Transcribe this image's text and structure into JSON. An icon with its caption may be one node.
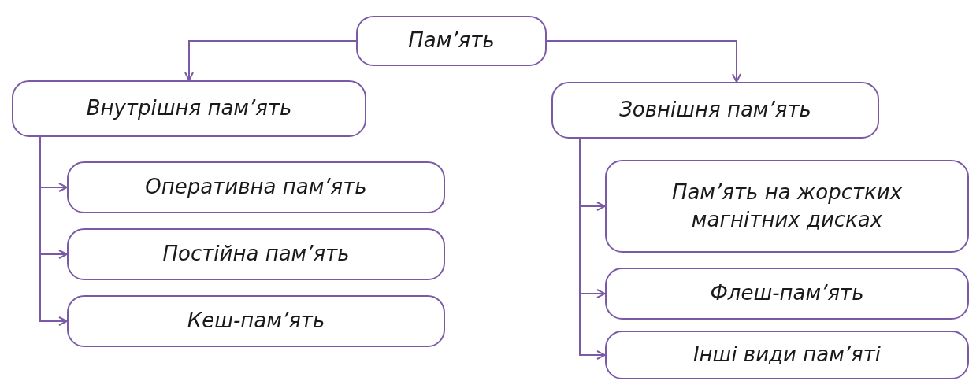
{
  "diagram": {
    "nodes": [
      {
        "text": [
          "Пам’ять"
        ]
      },
      {
        "text": [
          "Внутрішня пам’ять"
        ]
      },
      {
        "text": [
          "Зовнішня пам’ять"
        ]
      },
      {
        "text": [
          "Оперативна пам’ять"
        ]
      },
      {
        "text": [
          "Постійна пам’ять"
        ]
      },
      {
        "text": [
          "Кеш-пам’ять"
        ]
      },
      {
        "text": [
          "Пам’ять на жорстких магнітних дисках"
        ]
      },
      {
        "text": [
          "Флеш-пам’ять"
        ]
      },
      {
        "text": [
          "Інші види пам’яті"
        ]
      }
    ],
    "edges": [
      {
        "from": 0,
        "to": 1,
        "arrow": "to"
      },
      {
        "from": 0,
        "to": 2,
        "arrow": "to"
      },
      {
        "from": 1,
        "to": 3,
        "arrow": "to"
      },
      {
        "from": 1,
        "to": 4,
        "arrow": "to"
      },
      {
        "from": 1,
        "to": 5,
        "arrow": "to"
      },
      {
        "from": 2,
        "to": 6,
        "arrow": "to"
      },
      {
        "from": 2,
        "to": 7,
        "arrow": "to"
      },
      {
        "from": 2,
        "to": 8,
        "arrow": "to"
      }
    ]
  }
}
